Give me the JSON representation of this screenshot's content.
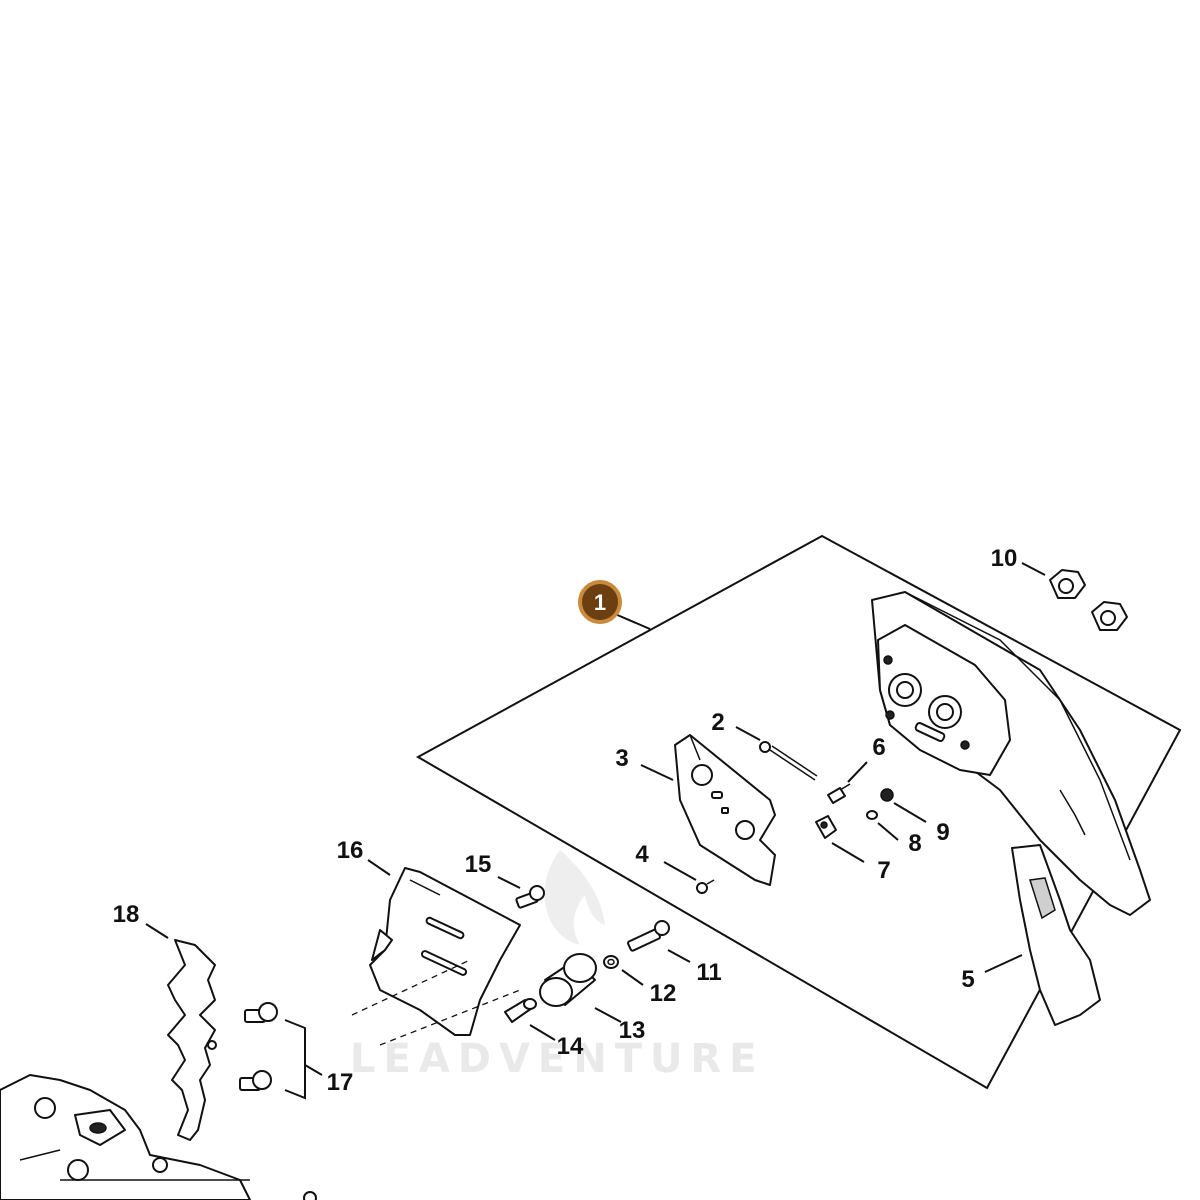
{
  "diagram": {
    "badge": {
      "label": "1",
      "color": "#6b3f12",
      "ring": "#c98a3a"
    },
    "callouts": [
      "2",
      "3",
      "4",
      "5",
      "6",
      "7",
      "8",
      "9",
      "10",
      "11",
      "12",
      "13",
      "14",
      "15",
      "16",
      "17",
      "18"
    ],
    "watermark": "LEADVENTURE"
  }
}
